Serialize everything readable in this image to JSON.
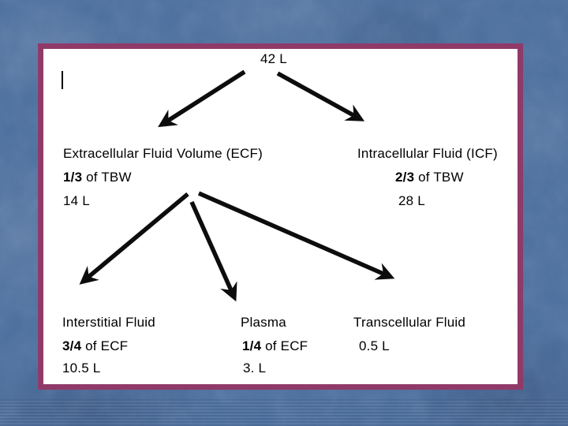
{
  "slide": {
    "background_color": "#4e709e",
    "frame": {
      "border_color": "#903a69",
      "fill": "#ffffff"
    }
  },
  "diagram": {
    "root": {
      "volume": "42 L"
    },
    "ecf": {
      "title": "Extracellular Fluid Volume (ECF)",
      "fraction": "1/3",
      "fraction_rest": " of TBW",
      "volume": "14 L"
    },
    "icf": {
      "title": "Intracellular Fluid (ICF)",
      "fraction": "2/3",
      "fraction_rest": " of TBW",
      "volume": "28 L"
    },
    "interstitial": {
      "title": "Interstitial Fluid",
      "fraction": "3/4",
      "fraction_rest": " of ECF",
      "volume": "10.5 L"
    },
    "plasma": {
      "title": "Plasma",
      "fraction": "1/4",
      "fraction_rest": " of ECF",
      "volume": "3. L"
    },
    "transcellular": {
      "title": "Transcellular Fluid",
      "volume": "0.5 L"
    }
  }
}
